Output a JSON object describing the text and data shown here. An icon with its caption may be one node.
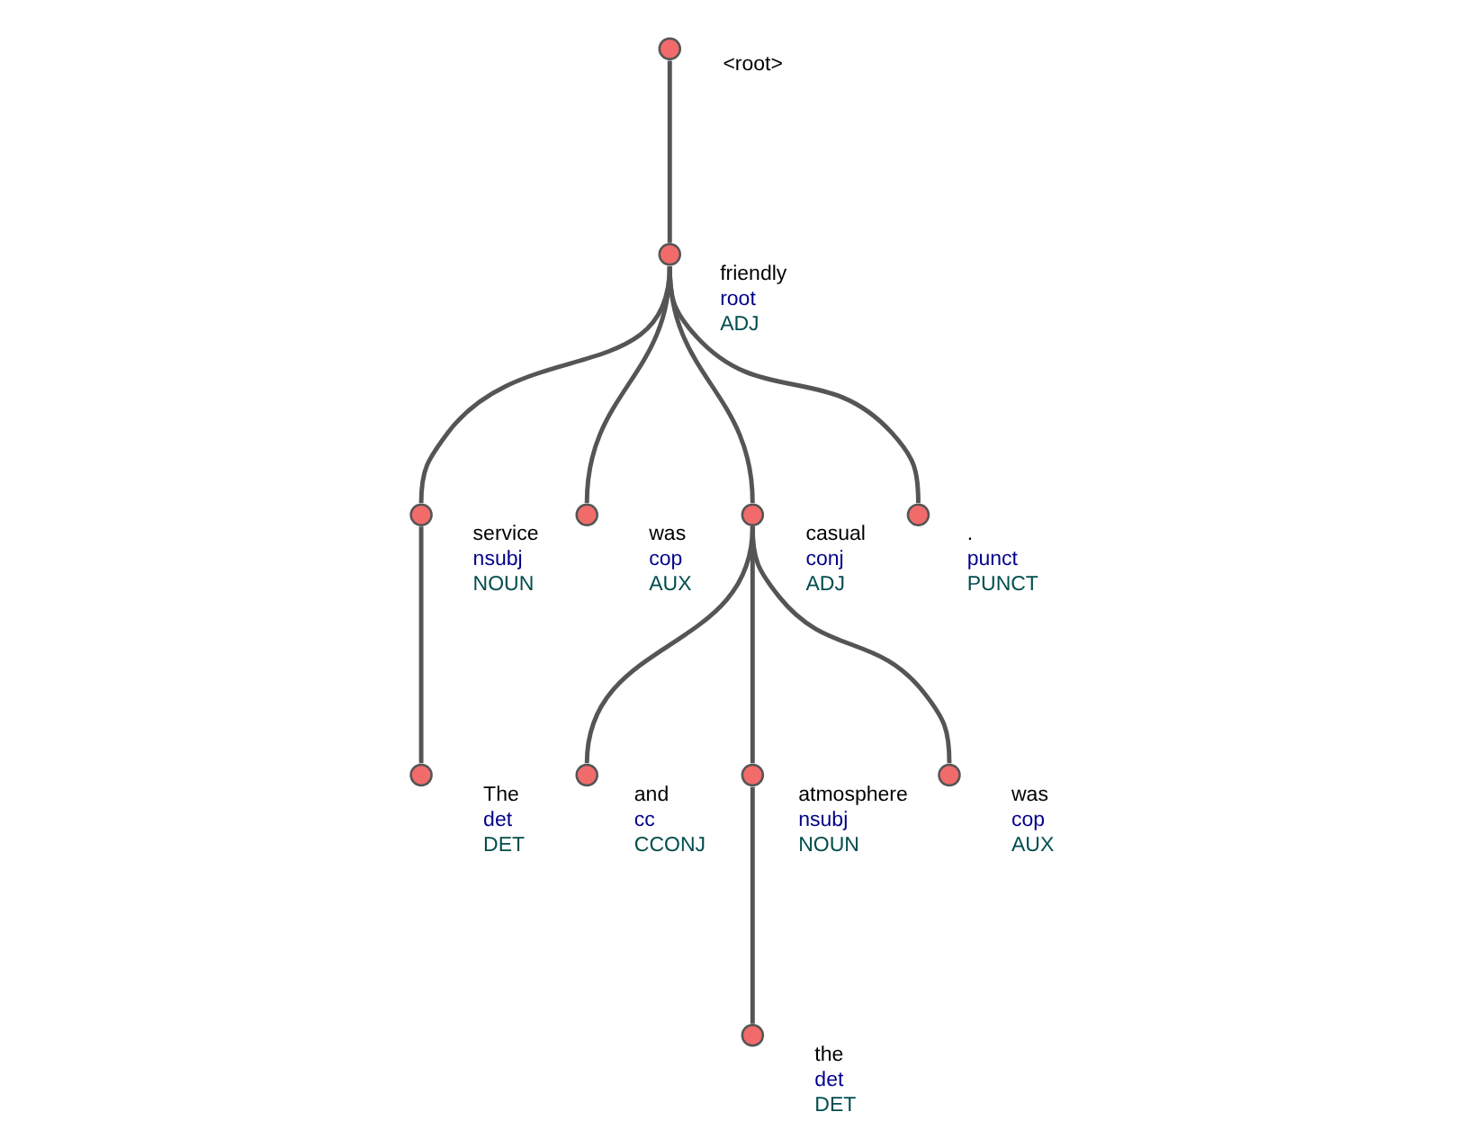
{
  "diagram": {
    "nodes": [
      {
        "text": [],
        "shape": "circle",
        "beside": [
          "<root>"
        ]
      },
      {
        "text": [],
        "shape": "circle",
        "beside": [
          "friendly",
          "root",
          "ADJ"
        ]
      },
      {
        "text": [],
        "shape": "circle",
        "beside": [
          "service",
          "nsubj",
          "NOUN"
        ]
      },
      {
        "text": [],
        "shape": "circle",
        "beside": [
          "was",
          "cop",
          "AUX"
        ]
      },
      {
        "text": [],
        "shape": "circle",
        "beside": [
          "casual",
          "conj",
          "ADJ"
        ]
      },
      {
        "text": [],
        "shape": "circle",
        "beside": [
          ".",
          "punct",
          "PUNCT"
        ]
      },
      {
        "text": [],
        "shape": "circle",
        "beside": [
          "The",
          "det",
          "DET"
        ]
      },
      {
        "text": [],
        "shape": "circle",
        "beside": [
          "and",
          "cc",
          "CCONJ"
        ]
      },
      {
        "text": [],
        "shape": "circle",
        "beside": [
          "atmosphere",
          "nsubj",
          "NOUN"
        ]
      },
      {
        "text": [],
        "shape": "circle",
        "beside": [
          "was",
          "cop",
          "AUX"
        ]
      },
      {
        "text": [],
        "shape": "circle",
        "beside": [
          "the",
          "det",
          "DET"
        ]
      }
    ],
    "edges": [
      {
        "from": 0,
        "to": 1,
        "arrow": "none"
      },
      {
        "from": 1,
        "to": 2,
        "arrow": "none"
      },
      {
        "from": 1,
        "to": 3,
        "arrow": "none"
      },
      {
        "from": 1,
        "to": 4,
        "arrow": "none"
      },
      {
        "from": 1,
        "to": 5,
        "arrow": "none"
      },
      {
        "from": 2,
        "to": 6,
        "arrow": "none"
      },
      {
        "from": 4,
        "to": 7,
        "arrow": "none"
      },
      {
        "from": 4,
        "to": 8,
        "arrow": "none"
      },
      {
        "from": 4,
        "to": 9,
        "arrow": "none"
      },
      {
        "from": 8,
        "to": 10,
        "arrow": "none"
      }
    ]
  }
}
